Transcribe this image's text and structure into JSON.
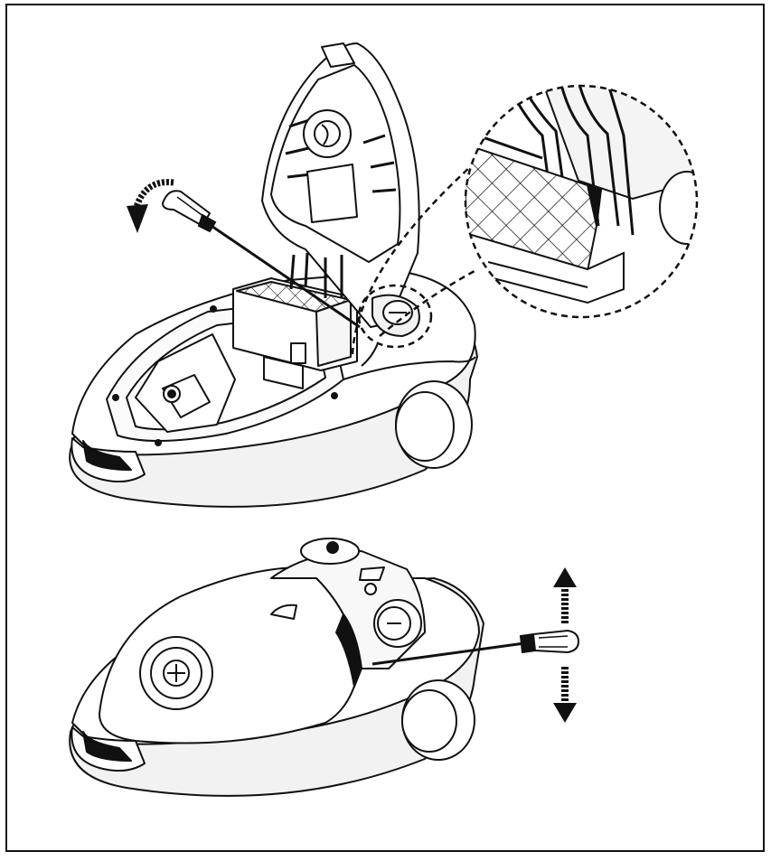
{
  "figure": {
    "panels": [
      {
        "id": "top",
        "subject": "vacuum-cleaner-open-lid",
        "tool": "screwdriver",
        "motion": "rotate-counterclockwise"
      },
      {
        "id": "bottom",
        "subject": "vacuum-cleaner-closed",
        "tool": "screwdriver",
        "motion": "move-up-down"
      }
    ],
    "detail_callout": "magnified-filter-view",
    "colors": {
      "ink": "#111111",
      "paper": "#ffffff",
      "shade": "#e6e6e6",
      "mid": "#cfcfcf"
    }
  }
}
